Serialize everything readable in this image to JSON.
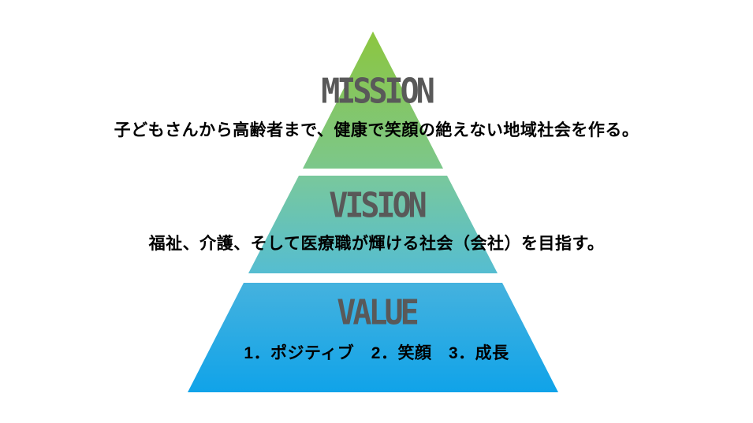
{
  "page": {
    "background_color": "#ffffff",
    "heading_color": "#595959",
    "body_text_color": "#000000"
  },
  "pyramid": {
    "tiers": [
      {
        "id": "mission",
        "label": "MISSION",
        "description": "子どもさんから高齢者まで、健康で笑顔の絶えない地域社会を作る。",
        "gradient_top": "#8CC63F",
        "gradient_bottom": "#7CC78B"
      },
      {
        "id": "vision",
        "label": "VISION",
        "description": "福祉、介護、そして医療職が輝ける社会（会社）を目指す。",
        "gradient_top": "#79C89C",
        "gradient_bottom": "#55BDD1"
      },
      {
        "id": "value",
        "label": "VALUE",
        "description": "1．ポジティブ　2．笑顔　3．成長",
        "gradient_top": "#45B2DE",
        "gradient_bottom": "#10A3E9"
      }
    ]
  }
}
